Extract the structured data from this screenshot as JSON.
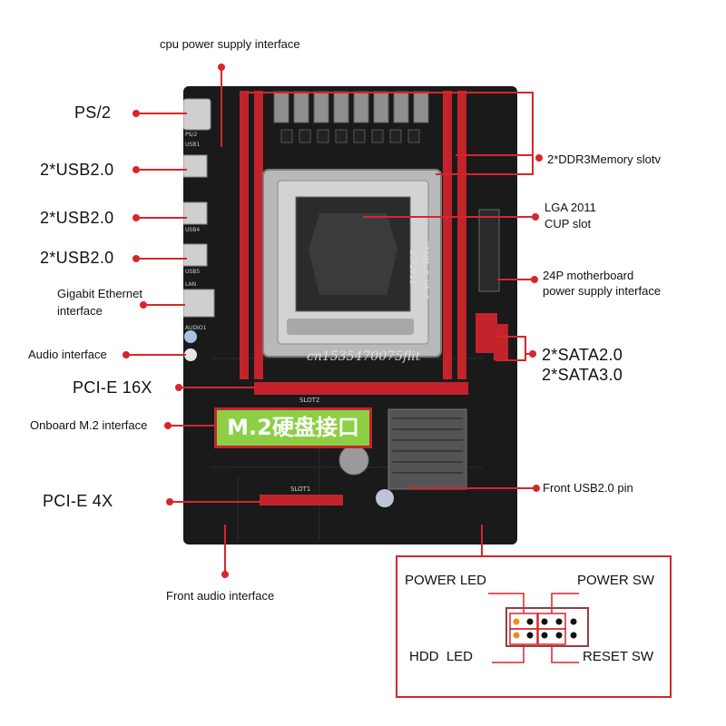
{
  "labels": {
    "cpu_power": "cpu power supply interface",
    "ps2": "PS/2",
    "usb_a": "2*USB2.0",
    "usb_b": "2*USB2.0",
    "usb_c": "2*USB2.0",
    "ethernet": "Gigabit Ethernet\ninterface",
    "audio": "Audio interface",
    "pcie16": "PCI-E 16X",
    "m2_onboard": "Onboard M.2 interface",
    "pcie4": "PCI-E 4X",
    "front_audio": "Front audio interface",
    "ddr3": "2*DDR3Memory slotv",
    "lga": "LGA 2011\nCUP slot",
    "atx24": "24P motherboard\npower supply interface",
    "sata2": "2*SATA2.0",
    "sata3": "2*SATA3.0",
    "front_usb": "Front USB2.0 pin"
  },
  "board": {
    "m2_text": "M.2硬盘接口",
    "watermark": "cn1535470075flit",
    "model": "LGA2011",
    "model2": "X79M2-Q V1.0",
    "slot1": "SLOT1",
    "slot2": "SLOT2",
    "port_ps2": "PS/2",
    "port_usb1": "USB1",
    "port_usb4": "USB4",
    "port_usb5": "USB5",
    "port_lan": "LAN",
    "port_audio": "AUDIO1"
  },
  "panel": {
    "power_led": "POWER LED",
    "power_sw": "POWER SW",
    "hdd_led": "HDD  LED",
    "reset_sw": "RESET SW"
  },
  "colors": {
    "accent": "#d7262a",
    "board": "#1a1a1b",
    "slot_red": "#c3232b",
    "m2_green": "#8ccf44"
  }
}
